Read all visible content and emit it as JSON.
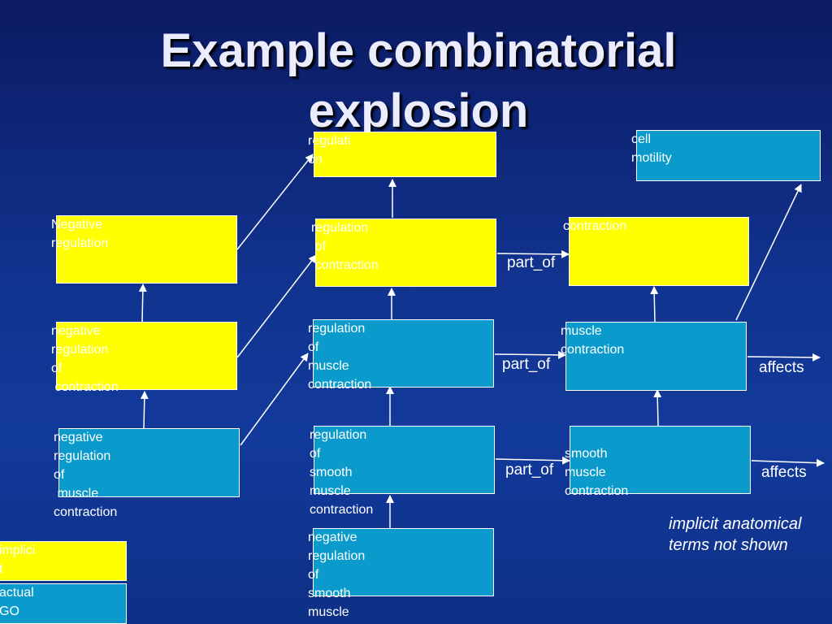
{
  "title": "Example combinatorial explosion",
  "nodes": {
    "regulation": "regulati\non",
    "cell_motility": "cell\nmotility",
    "negative_regulation": "Negative\nregulation",
    "regulation_of_contraction": "regulation\n of\n contraction",
    "contraction": "contraction",
    "negative_regulation_of_contraction": "negative\nregulation\nof\n contraction",
    "regulation_of_muscle_contraction": "regulation\nof\nmuscle\ncontraction",
    "muscle_contraction": "muscle\ncontraction",
    "negative_regulation_of_muscle_contraction": "negative\nregulation\nof\n muscle\ncontraction",
    "regulation_of_smooth_muscle_contraction": "regulation\nof\nsmooth\nmuscle\ncontraction",
    "smooth_muscle_contraction": "smooth\nmuscle\ncontraction",
    "negative_regulation_of_smooth_muscle": "negative\nregulation\nof\nsmooth\nmuscle",
    "legend_implicit": "implici\nt",
    "legend_actual": "actual\nGO"
  },
  "relations": {
    "part_of_1": "part_of",
    "part_of_2": "part_of",
    "part_of_3": "part_of",
    "affects_1": "affects",
    "affects_2": "affects"
  },
  "note": "implicit anatomical\nterms not shown",
  "colors": {
    "implicit_box": "#ffff00",
    "actual_go_box": "#0a9acb",
    "background": "#11338f",
    "arrow": "#ffffff"
  }
}
